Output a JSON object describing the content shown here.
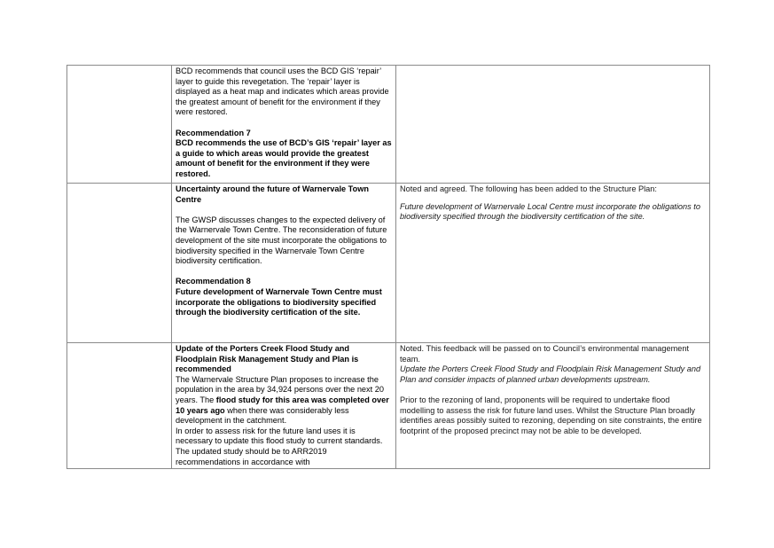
{
  "rows": [
    {
      "left": {
        "intro": "BCD recommends that council uses the BCD GIS ‘repair’ layer to guide this revegetation. The ‘repair’ layer is displayed as a heat map and indicates which areas provide the greatest amount of benefit for the environment if they were restored.",
        "rec_title": "Recommendation 7",
        "rec_text": "BCD recommends the use of BCD’s GIS ‘repair’ layer as a guide to which areas would provide the greatest amount of benefit for the environment if they were restored."
      },
      "right": {}
    },
    {
      "left": {
        "heading": "Uncertainty around the future of Warnervale Town Centre",
        "body": "The GWSP discusses changes to the expected delivery of the Warnervale Town Centre. The reconsideration of future development of the site must incorporate the obligations to biodiversity specified in the Warnervale Town Centre biodiversity certification.",
        "rec_title": "Recommendation 8",
        "rec_text": "Future development of Warnervale Town Centre must incorporate the obligations to biodiversity specified through the biodiversity certification of the site."
      },
      "right": {
        "response": "Noted and agreed. The following has been added to the Structure Plan:",
        "quote": "Future development of Warnervale Local Centre must incorporate the obligations to biodiversity specified through the biodiversity certification of the site."
      }
    },
    {
      "left": {
        "heading": "Update of the Porters Creek Flood Study and Floodplain Risk Management Study and Plan is recommended",
        "body_part1": "The Warnervale Structure Plan proposes to increase the population in the area by 34,924 persons over the next 20 years. The ",
        "body_bold": "flood study for this area was completed over 10 years ago",
        "body_part2": " when there was considerably less development in the catchment.",
        "body2": "In order to assess risk for the future land uses it is necessary to update this flood study to current standards. The updated study should be to ARR2019 recommendations in accordance with"
      },
      "right": {
        "response": "Noted. This feedback will be passed on to Council’s environmental management team.",
        "quote": "Update the Porters Creek Flood Study and Floodplain Risk Management Study and Plan and consider impacts of planned urban developments upstream.",
        "para2": "Prior to the rezoning of land, proponents will be required to undertake flood modelling to assess the risk for future land uses. Whilst the Structure Plan broadly identifies areas possibly suited to rezoning, depending on site constraints, the entire footprint of the proposed precinct may not be able to be developed."
      }
    }
  ]
}
